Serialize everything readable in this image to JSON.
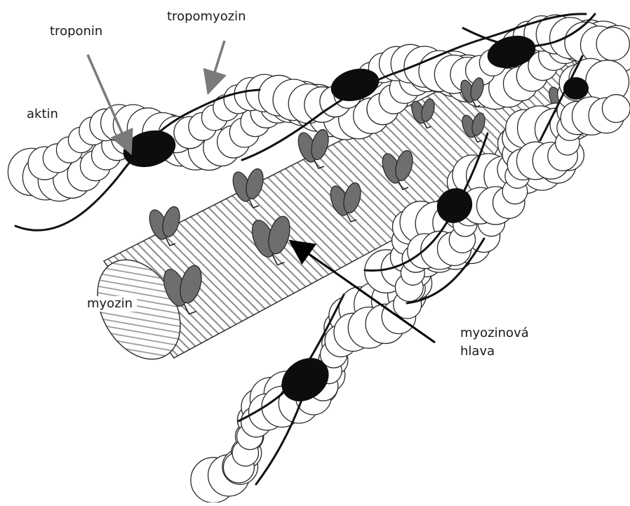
{
  "labels": {
    "troponin": "troponin",
    "tropomyozin": "tropomyozin",
    "aktin": "aktin",
    "myozin": "myozin",
    "myosin_head_line1": "myozinová",
    "myosin_head_line2": "hlava"
  },
  "colors": {
    "actin_fill": "#ffffff",
    "outline": "#2a2a2a",
    "troponin": "#0d0d0d",
    "tropomyosin": "#111111",
    "myosin_head": "#6e6e6e",
    "pointer_gray": "#7a7a7a",
    "pointer_black": "#000000",
    "hatch": "#8a8a8a"
  }
}
